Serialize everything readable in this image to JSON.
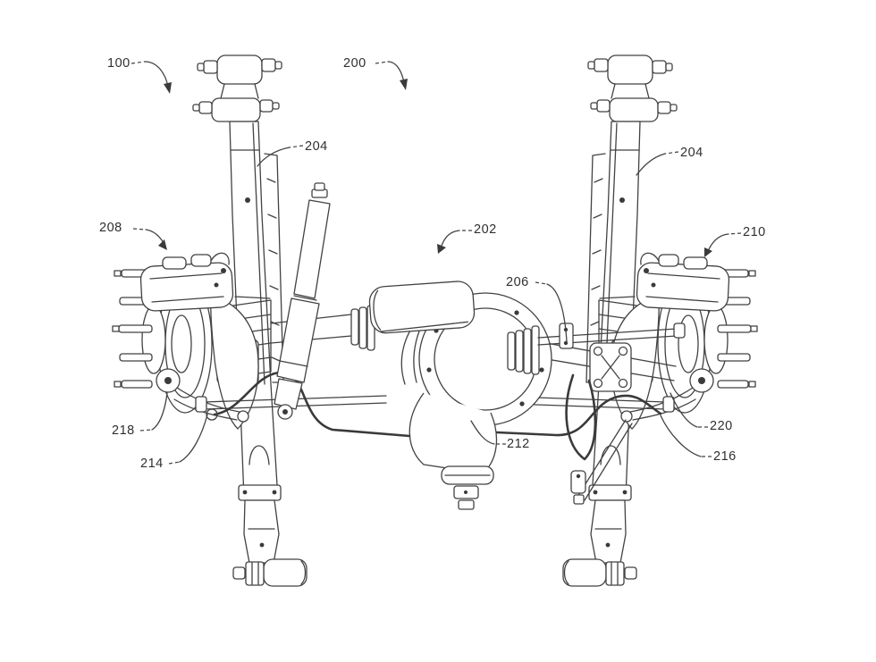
{
  "figure": {
    "drawing_name": "vehicle-front-axle-suspension-assembly-patent-figure",
    "colors": {
      "background": "#ffffff",
      "line": "#424242",
      "label_text": "#2f2f2f"
    },
    "labels": [
      {
        "text": "100",
        "arrow": true
      },
      {
        "text": "200",
        "arrow": true
      },
      {
        "text": "204",
        "arrow": false
      },
      {
        "text": "204",
        "arrow": false
      },
      {
        "text": "208",
        "arrow": true
      },
      {
        "text": "210",
        "arrow": true
      },
      {
        "text": "202",
        "arrow": true
      },
      {
        "text": "206",
        "arrow": false
      },
      {
        "text": "212",
        "arrow": false
      },
      {
        "text": "218",
        "arrow": false
      },
      {
        "text": "214",
        "arrow": false
      },
      {
        "text": "220",
        "arrow": false
      },
      {
        "text": "216",
        "arrow": false
      }
    ]
  }
}
